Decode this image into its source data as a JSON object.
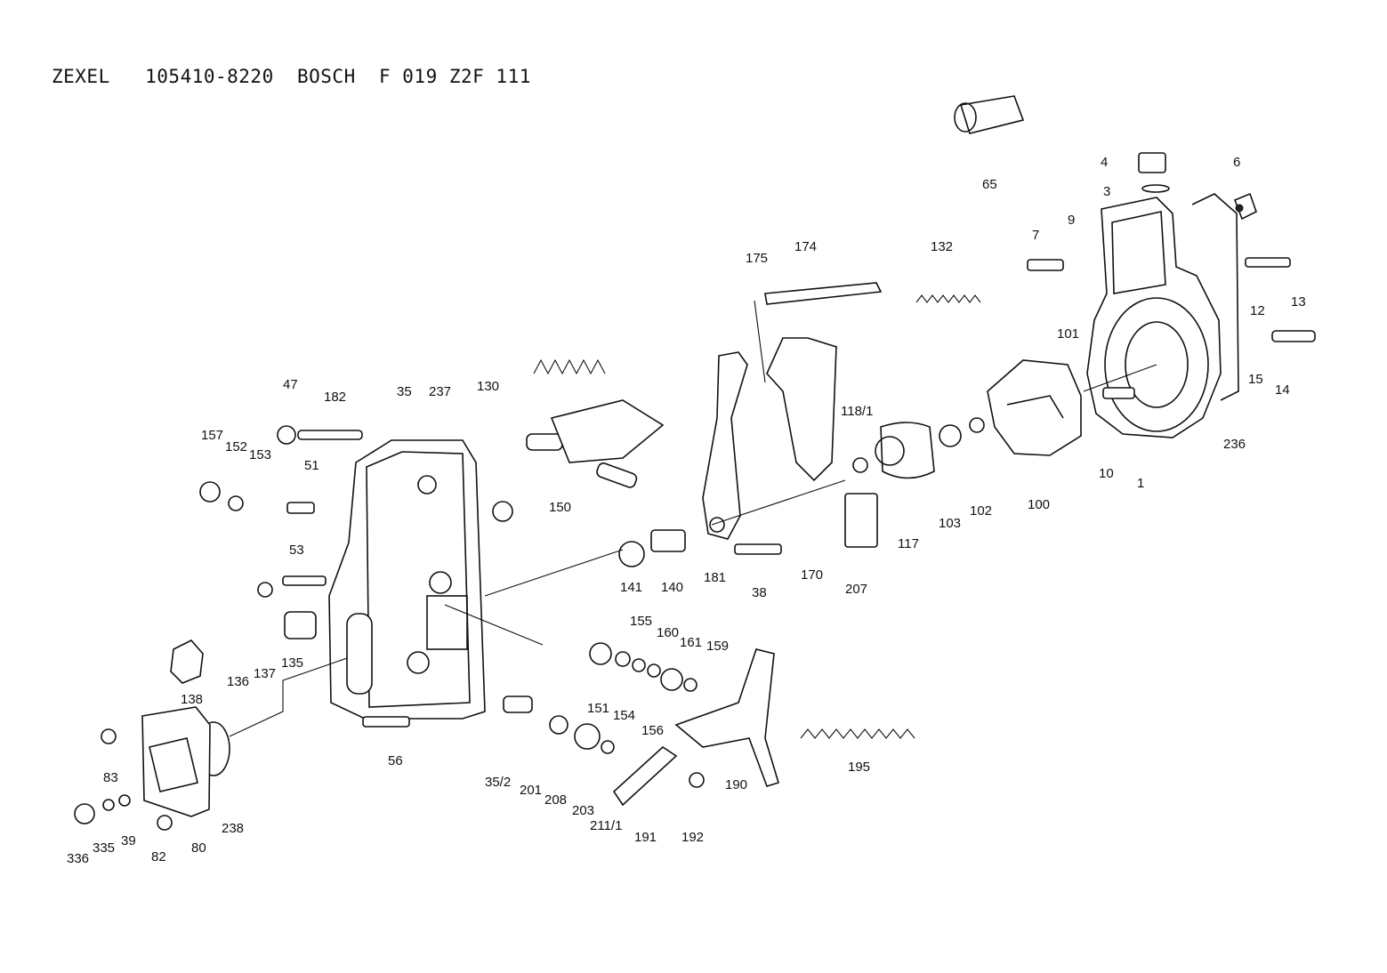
{
  "title": "ZEXEL   105410-8220  BOSCH  F 019 Z2F 111",
  "part_numbers": [
    "65",
    "4",
    "3",
    "6",
    "7",
    "9",
    "13",
    "12",
    "14",
    "15",
    "101",
    "10",
    "1",
    "236",
    "100",
    "102",
    "103",
    "117",
    "118/1",
    "132",
    "174",
    "175",
    "170",
    "207",
    "181",
    "38",
    "140",
    "141",
    "130",
    "150",
    "47",
    "182",
    "35",
    "237",
    "51",
    "157",
    "152",
    "153",
    "53",
    "138",
    "136",
    "137",
    "135",
    "155",
    "160",
    "161",
    "159",
    "151",
    "154",
    "156",
    "190",
    "195",
    "35/2",
    "201",
    "208",
    "203",
    "211/1",
    "191",
    "192",
    "56",
    "83",
    "336",
    "335",
    "39",
    "82",
    "80",
    "238"
  ]
}
